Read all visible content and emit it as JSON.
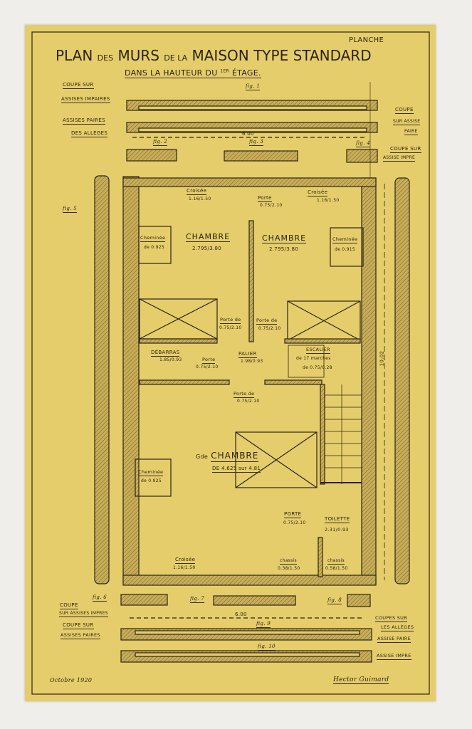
{
  "title": {
    "plan": "PLAN",
    "des": "DES",
    "murs": "MURS",
    "de_la": "DE LA",
    "maison": "MAISON TYPE",
    "standard": "STANDARD",
    "planche": "PLANCHE"
  },
  "subtitle": {
    "text": "DANS LA HAUTEUR DU",
    "floor": "1ER",
    "etage": "ÉTAGE."
  },
  "top_sections": {
    "coupe_sur": "Coupe sur",
    "assises_impaires": "Assises impaires",
    "assises_paires": "Assises paires",
    "des_alleges": "des Allèges",
    "fig1": "fig. 1",
    "fig2": "fig. 2",
    "fig3": "fig. 3",
    "fig4": "fig. 4",
    "dim": "6.00",
    "coupe": "Coupe",
    "sur_assise": "sur assise",
    "paire": "paire",
    "coupe_sur_r": "Coupe sur",
    "assise_imp": "assise impre"
  },
  "plan": {
    "fig5": "fig. 5",
    "height_dim": "10.02",
    "croisee_1": {
      "label": "Croisée",
      "dim": "1.16/1.50"
    },
    "porte_top": {
      "label": "Porte",
      "dim": "0.75/2.10"
    },
    "croisee_2": {
      "label": "Croisée",
      "dim": "1.16/1.50"
    },
    "cheminee_1": {
      "label": "Cheminée",
      "dim": "de 0.925"
    },
    "chambre_1": {
      "label": "CHAMBRE",
      "dim": "2.795/3.80"
    },
    "chambre_2": {
      "label": "CHAMBRE",
      "dim": "2.795/3.80"
    },
    "cheminee_2": {
      "label": "Cheminée",
      "dim": "de 0.915"
    },
    "porte_de_1": {
      "label": "Porte de",
      "dim": "0.75/2.10"
    },
    "porte_de_2": {
      "label": "Porte de",
      "dim": "0.75/2.10"
    },
    "debarras": {
      "label": "DÉBARRAS",
      "dim": "1.85/0.93"
    },
    "porte_debarras": {
      "label": "Porte",
      "dim": "0.75/2.10"
    },
    "palier": {
      "label": "PALIER",
      "dim": "1.98/0.93"
    },
    "escalier": {
      "label": "ESCALIER",
      "marches": "de 17 marches",
      "dim": "de 0.75/0.28"
    },
    "porte_de_3": {
      "label": "Porte de",
      "dim": "0.75/2.10"
    },
    "grande_chambre": {
      "prefix": "Gde",
      "label": "CHAMBRE",
      "dim": "DE 4.625 sur 4.81"
    },
    "cheminee_3": {
      "label": "Cheminée",
      "dim": "de 0.925"
    },
    "porte_toilette": {
      "label": "PORTE",
      "dim": "0.75/2.10"
    },
    "toilette": {
      "label": "TOILETTE",
      "dim": "2.31/0.93"
    },
    "croisee_3": {
      "label": "Croisée",
      "dim": "1.16/1.50"
    },
    "chassis_1": {
      "label": "chassis",
      "dim": "0.38/1.50"
    },
    "chassis_2": {
      "label": "chassis",
      "dim": "0.58/1.50"
    }
  },
  "bottom_sections": {
    "fig6": "fig. 6",
    "fig7": "fig. 7",
    "fig8": "fig. 8",
    "fig9": "fig. 9",
    "fig10": "fig. 10",
    "coupe": "Coupe",
    "sur_assises_imp": "sur assises impres",
    "coupe_sur": "Coupe sur",
    "assises_paires": "Assises paires",
    "dim": "6.00",
    "coupes_sur": "Coupes sur",
    "les_alleges": "les Allèges",
    "assise_paire": "Assise paire",
    "assise_imp": "Assise impre"
  },
  "footer": {
    "date": "Octobre 1920",
    "signature": "Hector Guimard"
  },
  "colors": {
    "paper": "#e6cd6b",
    "ink": "#2b2416",
    "background": "#efeeea"
  }
}
